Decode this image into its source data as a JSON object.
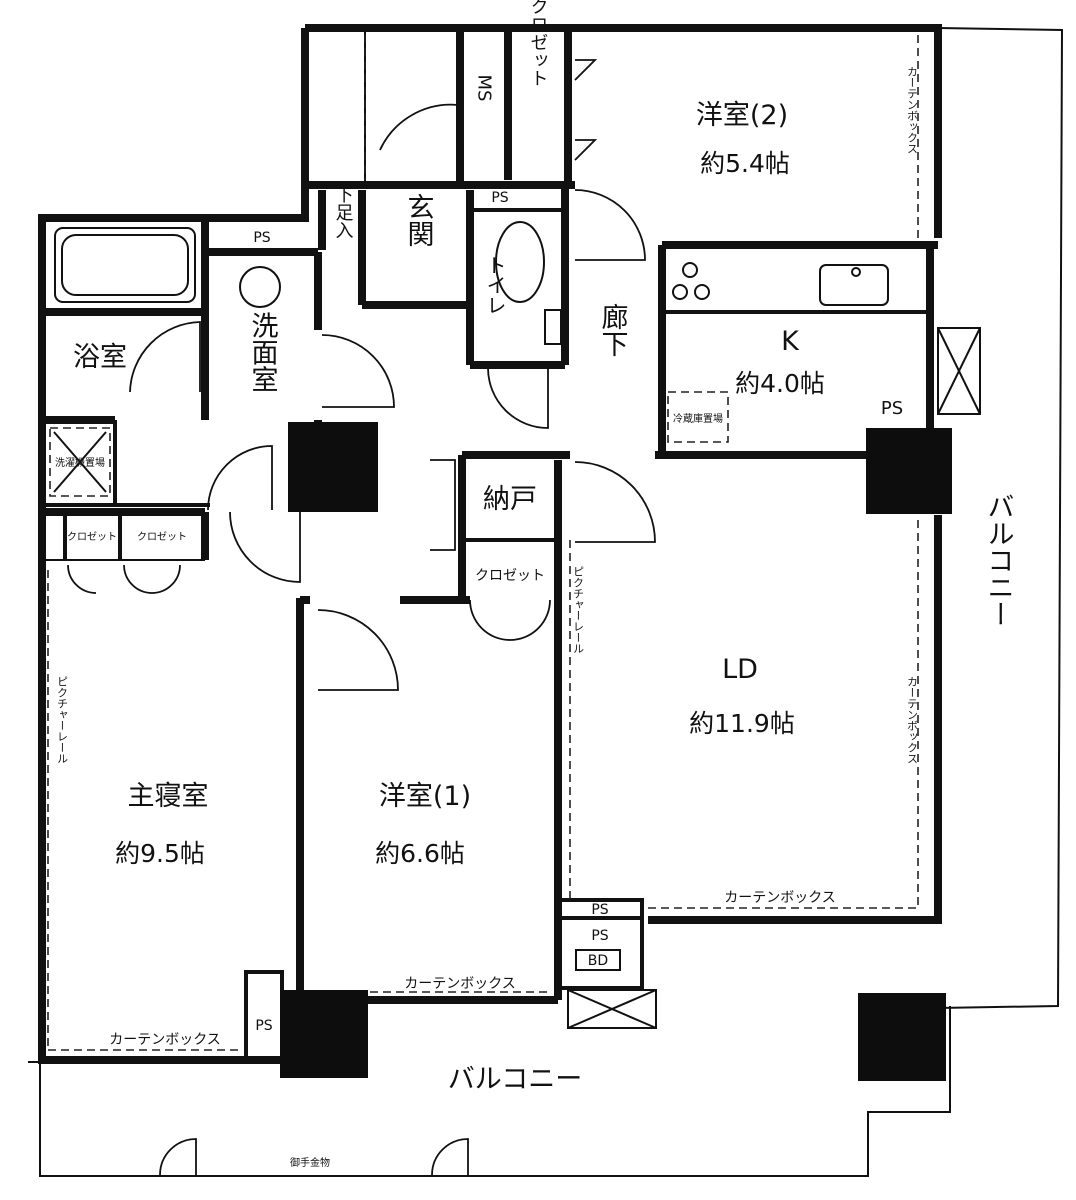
{
  "rooms": {
    "youshitsu2": {
      "name": "洋室(2)",
      "area": "約5.4帖"
    },
    "kitchen": {
      "name": "K",
      "area": "約4.0帖"
    },
    "ld": {
      "name": "LD",
      "area": "約11.9帖"
    },
    "master": {
      "name": "主寝室",
      "area": "約9.5帖"
    },
    "youshitsu1": {
      "name": "洋室(1)",
      "area": "約6.6帖"
    },
    "bath": {
      "name": "浴室"
    },
    "washroom": {
      "name": "洗面室"
    },
    "entrance": {
      "name": "玄関"
    },
    "shoebox": {
      "name": "下足入"
    },
    "toilet": {
      "name": "トイレ"
    },
    "hallway": {
      "name": "廊下"
    },
    "storage": {
      "name": "納戸"
    },
    "closet_a": {
      "name": "クロゼット"
    },
    "closet_b": {
      "name": "クロゼット"
    },
    "ms": {
      "name": "MS"
    },
    "balcony_south": {
      "name": "バルコニー"
    },
    "balcony_east": {
      "name": "バルコニー"
    }
  },
  "labels": {
    "ps": "PS",
    "bd": "BD",
    "curtain_box": "カーテンボックス",
    "picture_rail": "ピクチャーレール",
    "handrail": "御手金物",
    "fridge": "冷蔵庫置場",
    "laundry": "洗濯機置場",
    "closet_small": "クロゼット"
  }
}
